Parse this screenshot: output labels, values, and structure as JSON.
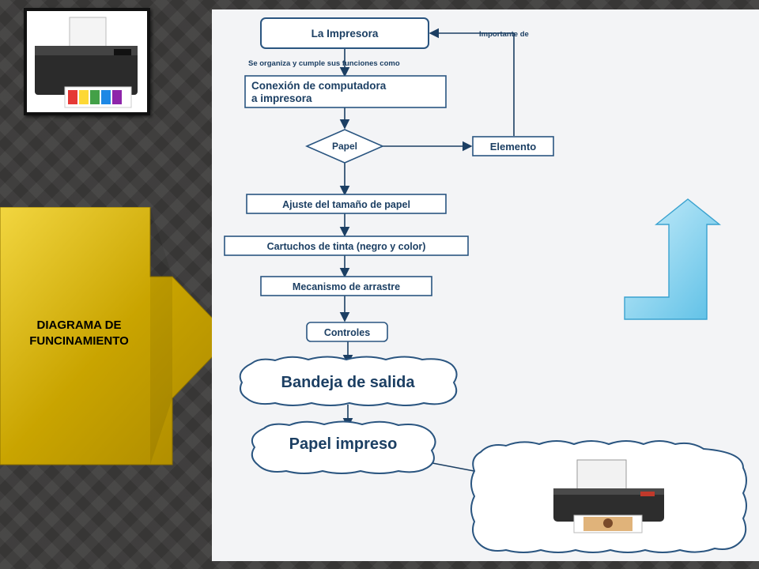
{
  "side_label": {
    "line1": "DIAGRAMA DE",
    "line2": "FUNCINAMIENTO"
  },
  "flowchart": {
    "nodes": {
      "impresora": "La Impresora",
      "conexion_1": "Conexión de computadora",
      "conexion_2": "a  impresora",
      "papel": "Papel",
      "elemento": "Elemento",
      "ajuste": "Ajuste del tamaño de papel",
      "cartuchos": "Cartuchos de tinta (negro y color)",
      "mecanismo": "Mecanismo de arrastre",
      "controles": "Controles",
      "bandeja": "Bandeja de salida",
      "papel_impreso": "Papel impreso"
    },
    "edge_labels": {
      "organiza": "Se organiza y cumple sus funciones como",
      "importante": "Importante de"
    }
  },
  "colors": {
    "node_border": "#2a5580",
    "node_text": "#1c3f63",
    "gold": "#c9a400",
    "blue_arrow": "#7fd0ee"
  },
  "icons": [
    "printer-icon"
  ]
}
